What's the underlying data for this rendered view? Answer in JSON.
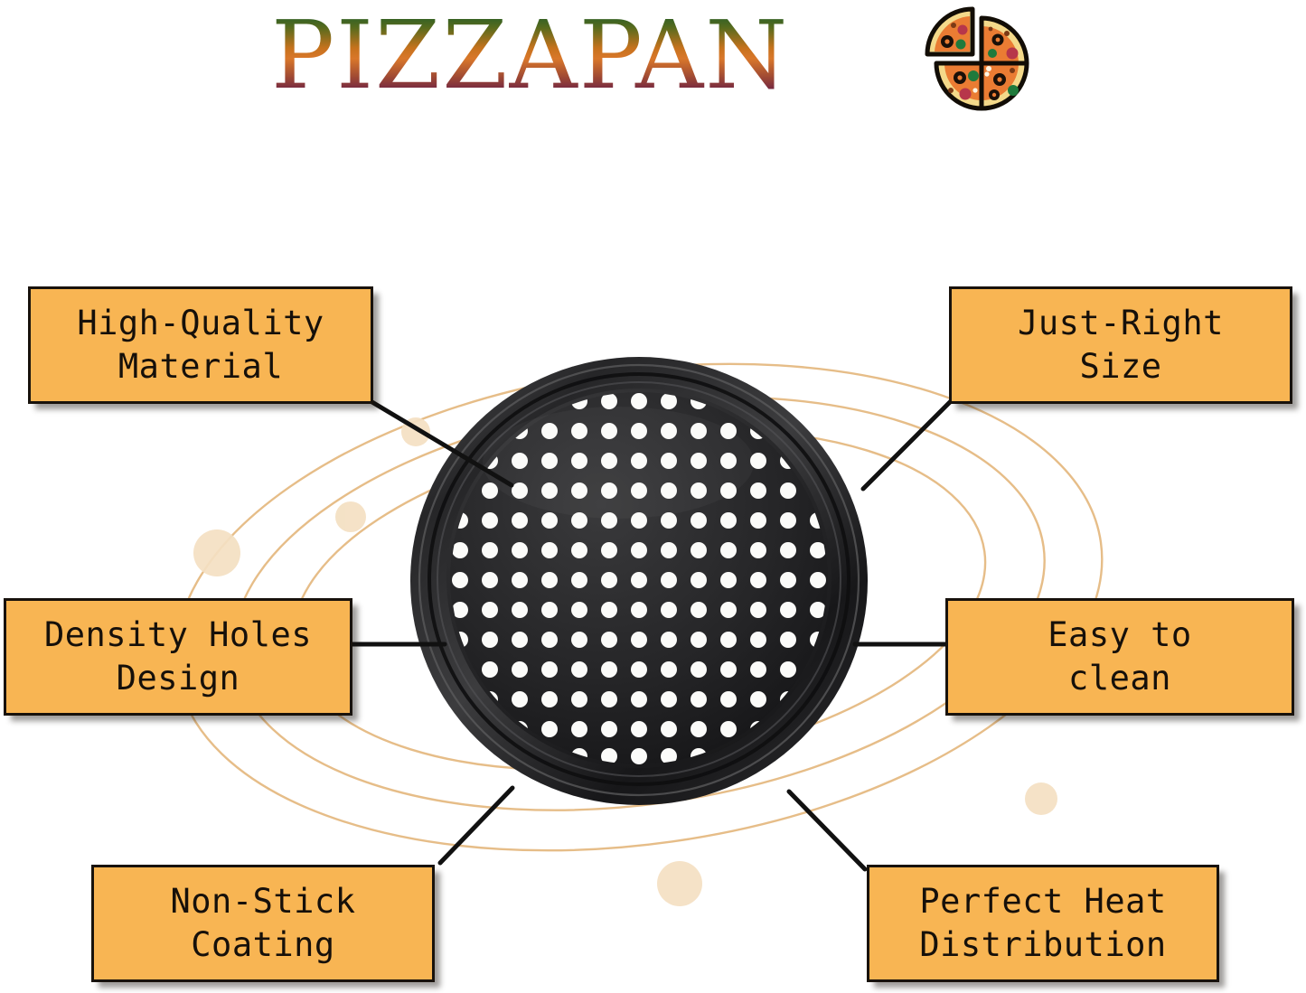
{
  "header": {
    "brand_title": "PIZZAPAN",
    "logo_icon": "pizza-icon"
  },
  "product": {
    "name": "perforated pizza pan",
    "finish_color": "#1a1a1a",
    "hole_color": "#ffffff"
  },
  "theme": {
    "box_fill": "#f8b553",
    "box_border": "#18120c",
    "text_color": "#16100a",
    "orbit_line": "#e0b06a",
    "orbit_dot": "#f6e3c6",
    "connector_line": "#111111",
    "background": "#ffffff"
  },
  "features": [
    {
      "id": "high-quality-material",
      "label": "High-Quality\nMaterial",
      "position": "top-left"
    },
    {
      "id": "just-right-size",
      "label": "Just-Right\nSize",
      "position": "top-right"
    },
    {
      "id": "density-holes-design",
      "label": "Density Holes\nDesign",
      "position": "middle-left"
    },
    {
      "id": "easy-to-clean",
      "label": "Easy to\nclean",
      "position": "middle-right"
    },
    {
      "id": "non-stick-coating",
      "label": "Non-Stick\nCoating",
      "position": "bottom-left"
    },
    {
      "id": "perfect-heat-distribution",
      "label": "Perfect Heat\nDistribution",
      "position": "bottom-right"
    }
  ]
}
